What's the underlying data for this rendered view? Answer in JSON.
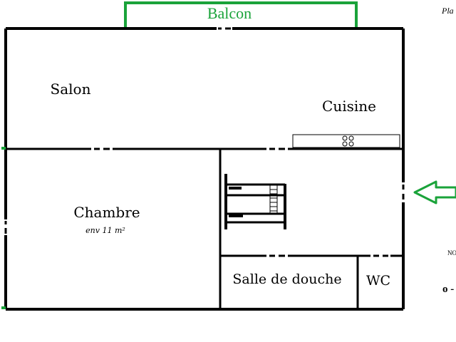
{
  "labels": {
    "balcony": "Balcon",
    "living_room": "Salon",
    "kitchen": "Cuisine",
    "bedroom": "Chambre",
    "bedroom_area": "env 11 m²",
    "shower_room": "Salle de douche",
    "wc": "WC"
  },
  "margin_text": {
    "top_right": "Pla",
    "mid_right": "NO",
    "bottom_right": "o -"
  },
  "icons": {
    "entrance_arrow": "arrow-left-icon",
    "cooktop": "cooktop-icon",
    "bunk_bed": "bunk-bed-icon"
  },
  "colors": {
    "wall": "#000000",
    "balcony": "#1aa33a",
    "arrow": "#1aa33a",
    "background": "#ffffff"
  }
}
